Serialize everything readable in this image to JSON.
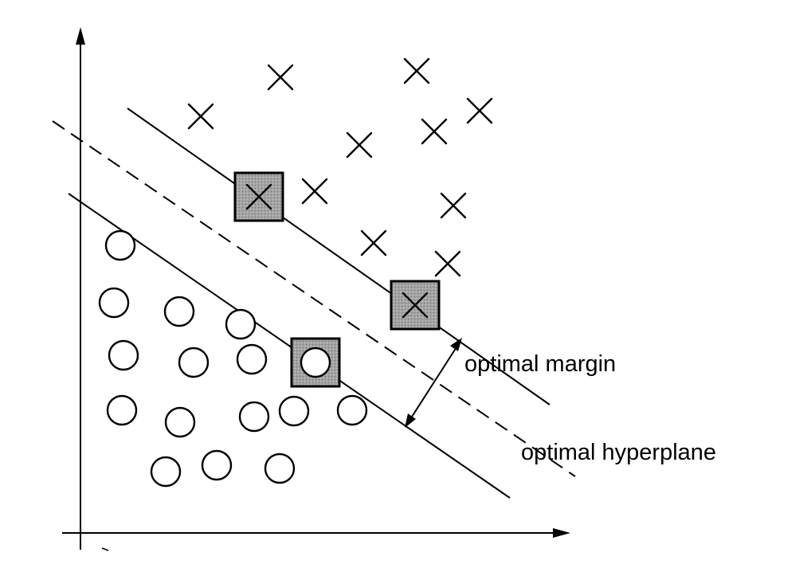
{
  "labels": {
    "margin": "optimal margin",
    "hyperplane": "optimal hyperplane"
  },
  "colors": {
    "ink": "#000000",
    "support_fill": "#9c9c9c",
    "background": "#ffffff"
  },
  "class_markers": {
    "positive": "cross",
    "negative": "circle"
  },
  "support_vectors": {
    "positive_count": 2,
    "negative_count": 1
  }
}
